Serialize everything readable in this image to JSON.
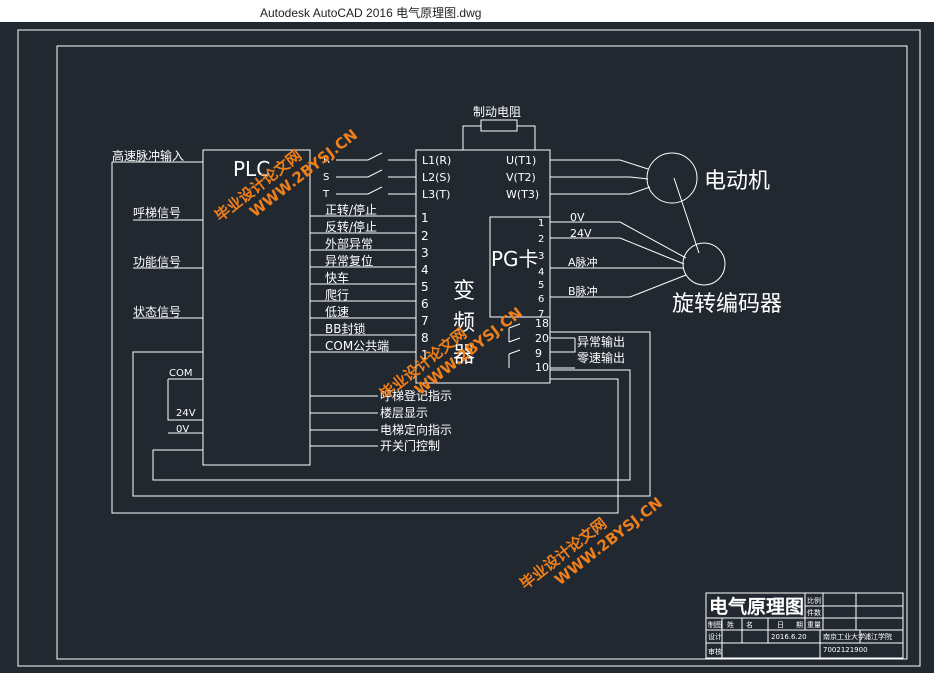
{
  "window": {
    "title": "Autodesk AutoCAD 2016    电气原理图.dwg"
  },
  "plc": {
    "label": "PLC",
    "inputs": [
      "高速脉冲输入",
      "呼梯信号",
      "功能信号",
      "状态信号"
    ],
    "com": "COM",
    "v24": "24V",
    "v0": "0V"
  },
  "vfd": {
    "label_chars": [
      "变",
      "频",
      "器"
    ],
    "brake": "制动电阻",
    "power_in": [
      "L1(R)",
      "L2(S)",
      "L3(T)"
    ],
    "phases": [
      "R",
      "S",
      "T"
    ],
    "power_out": [
      "U(T1)",
      "V(T2)",
      "W(T3)"
    ],
    "terminals": [
      "1",
      "2",
      "3",
      "4",
      "5",
      "6",
      "7",
      "8"
    ],
    "terminal_last": "1",
    "functions": [
      "正转/停止",
      "反转/停止",
      "外部异常",
      "异常复位",
      "快车",
      "爬行",
      "低速",
      "BB封锁",
      "COM公共端"
    ]
  },
  "pg_card": {
    "label": "PG卡",
    "pins": [
      "1",
      "2",
      "3",
      "4",
      "5",
      "6",
      "7"
    ],
    "signals": [
      "0V",
      "24V",
      "A脉冲",
      "B脉冲"
    ],
    "relay_pins": [
      "18",
      "20",
      "9",
      "10"
    ],
    "relay_outputs": [
      "异常输出",
      "零速输出"
    ]
  },
  "motor": {
    "label": "电动机"
  },
  "encoder": {
    "label": "旋转编码器"
  },
  "plc_outputs": [
    "呼梯登记指示",
    "楼层显示",
    "电梯定向指示",
    "开关门控制"
  ],
  "title_block": {
    "title": "电气原理图",
    "right_fields": [
      "比例",
      "件数",
      "重量"
    ],
    "row_labels": [
      "制图",
      "设计",
      "审核"
    ],
    "headers": [
      "姓",
      "名",
      "日",
      "期"
    ],
    "date": "2016.6.20",
    "school": "南京工业大学",
    "dept": "浦江学院",
    "id": "7002121900"
  },
  "watermarks": [
    {
      "line1": "毕业设计论文网",
      "line2": "WWW.2BYSJ.CN"
    },
    {
      "line1": "毕业设计论文网",
      "line2": "WWW.2BYSJ.CN"
    },
    {
      "line1": "毕业设计论文网",
      "line2": "WWW.2BYSJ.CN"
    }
  ]
}
